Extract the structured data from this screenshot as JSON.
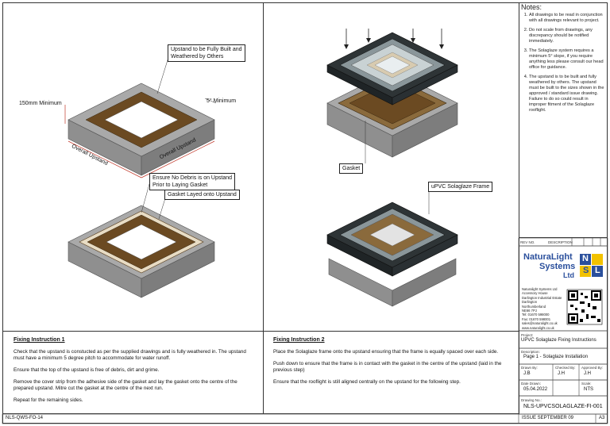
{
  "callouts": {
    "upstand_built": "Upstand to be Fully Built and\nWeathered by Others",
    "min_150": "150mm Minimum",
    "min_5deg": "5° Minimum",
    "overall_left": "Overall Upstand",
    "overall_right": "Overall Upstand",
    "no_debris": "Ensure No Debris is on Upstand\nPrior to Laying Gasket",
    "gasket_layed": "Gasket Layed onto Upstand",
    "gasket": "Gasket",
    "upvc_frame": "uPVC Solaglaze Frame"
  },
  "notes": {
    "heading": "Notes:",
    "items": [
      "All drawings to be read in conjunction with all drawings relevant to project.",
      "Do not scale from drawings, any discrepancy should be notified immediately.",
      "The Solaglaze system requires a minimum 5° slope, if you require anything less please consult our head office for guidance.",
      "The upstand is to be built and fully weathered by others. The upstand must be built to the sizes shown in the approved / standard issue drawing. Failure to do so could result in improper fitment of the Solaglaze rooflight."
    ]
  },
  "instruction1": {
    "title": "Fixing Instruction 1",
    "p1": "Check that the upstand is constucted as per the supplied drawings and is fully weathered in. The upstand must have a minimum 5 degree pitch to accommodate for water runoff.",
    "p2": "Ensure that the top of the upstand is free of debris, dirt and grime.",
    "p3": "Remove the cover strip from the adhesive side of the gasket and lay the gasket onto the centre of the prepared upstand. Mitre cut the gasket at the centre of the next run.",
    "p4": "Repeat for the remaining sides."
  },
  "instruction2": {
    "title": "Fixing Instruction 2",
    "p1": "Place the Solaglaze frame onto the upstand ensuring that the frame is equally spaced over each side.",
    "p2": "Push down to ensure that the frame is in contact with the gasket in the centre of the upstand (laid in the previous step)",
    "p3": "Ensure that the rooflight is still aligned centrally on the upstand for the following step."
  },
  "logo": {
    "line1": "NaturaLight",
    "line2": "Systems",
    "line3": "Ltd",
    "letters": [
      "N",
      "L",
      "S"
    ],
    "address": "Naturalight Systems Ltd\nAccessory House\nDarlington Industrial Estate\nDarlington\nNorthumberland\nNE66 7PJ\nTel: 01670 598000\nFax: 01670 598001\nsales@naturalight.co.uk\nwww.naturalight.co.uk"
  },
  "title_block": {
    "project_label": "Project:",
    "project": "UPVC Solaglaze Fixing Instructions",
    "desc_label": "Description:",
    "description": "Page 1 - Solaglaze Installation",
    "drawn_label": "Drawn By:",
    "drawn": "J.B",
    "checked_label": "Checked By:",
    "checked": "J.H",
    "approved_label": "Approved By:",
    "approved": "J.H",
    "date_label": "Date Drawn:",
    "date": "05.04.2022",
    "scale_label": "Scale:",
    "scale": "NTS",
    "drawing_label": "Drawing No.:",
    "drawing_no": "NLS-UPVCSOLAGLAZE-FI-001",
    "issue": "ISSUE SEPTEMBER 09",
    "size": "A3",
    "rev_label": "REV NO.",
    "desc_col": "DESCRIPTION"
  },
  "footer_ref": "NLS-QWS-FO-14",
  "colors": {
    "concrete": "#a7a7a7",
    "timber": "#6b4a22",
    "frame": "#2e3436",
    "glass": "#c9d2d4",
    "logo_blue": "#2a4f9c",
    "logo_yellow": "#f2c200",
    "dim": "#c0392b"
  }
}
